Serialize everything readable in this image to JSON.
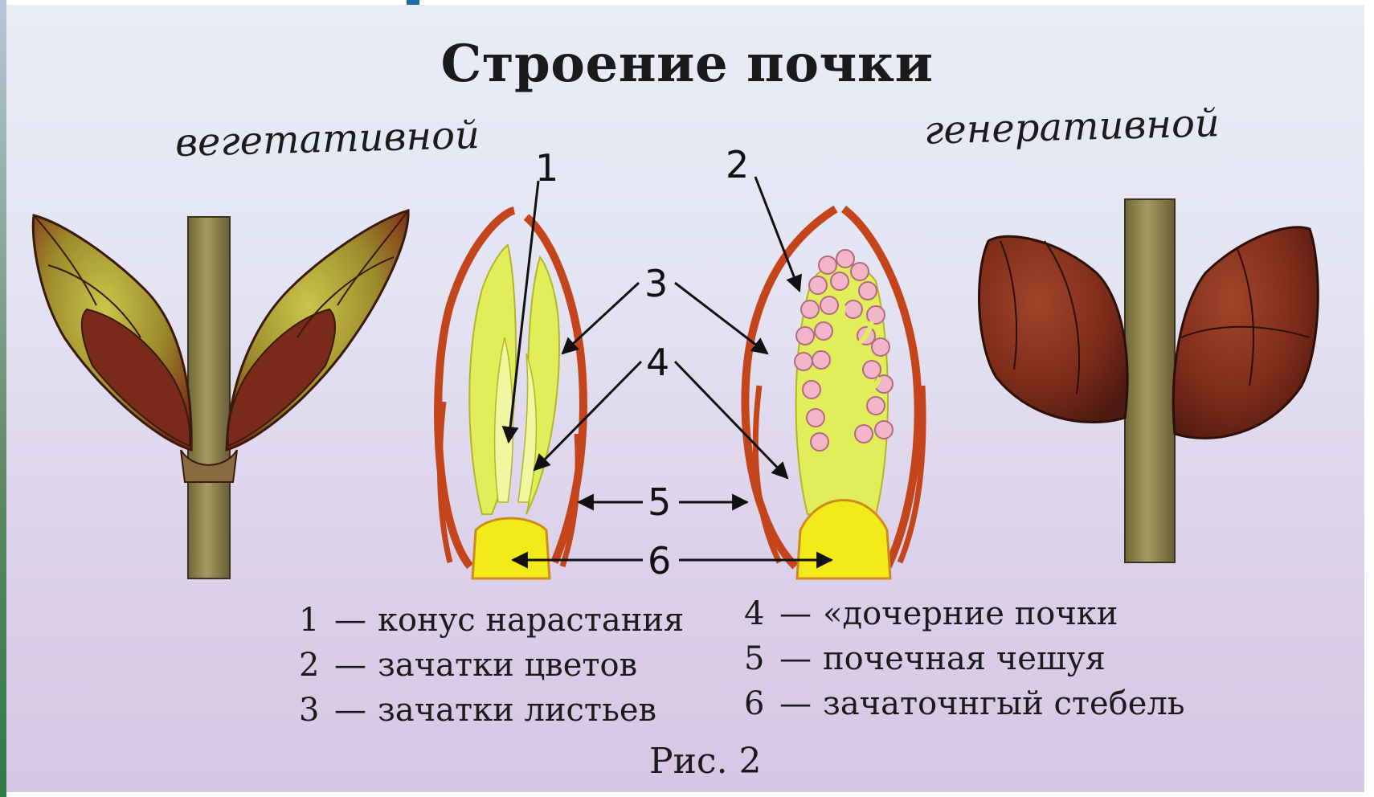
{
  "title": "Строение почки",
  "vegetative_label": "вегетативной",
  "generative_label": "генеративной",
  "callouts": [
    "1",
    "2",
    "3",
    "4",
    "5",
    "6"
  ],
  "legend": [
    {
      "num": "1",
      "text": "конус нарастания"
    },
    {
      "num": "2",
      "text": "зачатки цветов"
    },
    {
      "num": "3",
      "text": "зачатки листьев"
    },
    {
      "num": "4",
      "text": "«дочерние почки"
    },
    {
      "num": "5",
      "text": "почечная чешуя"
    },
    {
      "num": "6",
      "text": "зачаточнгый стебель"
    }
  ],
  "caption": "Рис. 2",
  "colors": {
    "scale_brown": "#8a2e17",
    "scale_green": "#a7a534",
    "stem": "#8e8250",
    "scale_orange": "#c4441c",
    "leaf_yellow": "#e1ee5a",
    "base_yellow": "#f3ea1a",
    "flower_pink": "#f2b6c8"
  }
}
